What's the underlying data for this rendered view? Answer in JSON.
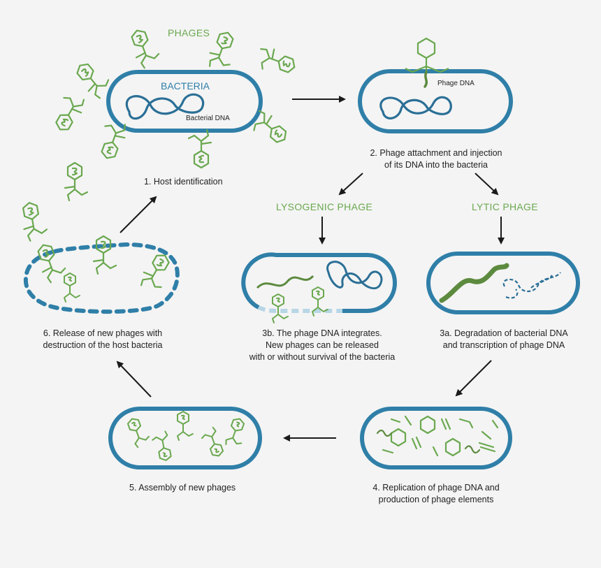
{
  "labels": {
    "phages": "PHAGES",
    "bacteria": "BACTERIA",
    "bacterial_dna": "Bacterial DNA",
    "phage_dna": "Phage DNA",
    "lysogenic": "LYSOGENIC PHAGE",
    "lytic": "LYTIC PHAGE"
  },
  "steps": {
    "s1": "1. Host identification",
    "s2_line1": "2. Phage attachment and injection",
    "s2_line2": "of its DNA into the bacteria",
    "s3b_line1": "3b. The phage DNA integrates.",
    "s3b_line2": "New phages can be released",
    "s3b_line3": "with or without survival of the bacteria",
    "s3a_line1": "3a. Degradation of bacterial DNA",
    "s3a_line2": "and transcription of phage DNA",
    "s4_line1": "4. Replication of phage DNA and",
    "s4_line2": "production of phage elements",
    "s5": "5. Assembly of new phages",
    "s6_line1": "6. Release of new phages with",
    "s6_line2": "destruction of the host bacteria"
  },
  "colors": {
    "cell_blue": "#2f7fa8",
    "dna_blue": "#2b6f96",
    "phage_green": "#6aa84f",
    "arrow": "#1a1a1a"
  }
}
